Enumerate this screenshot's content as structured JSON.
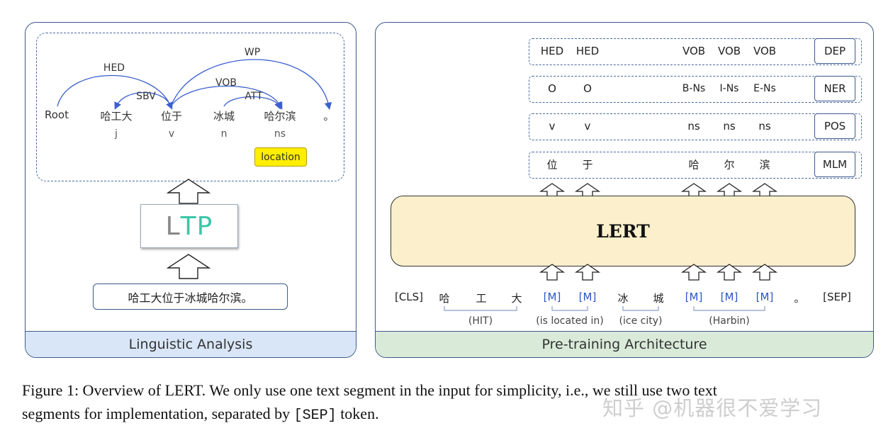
{
  "left_panel": {
    "footer": "Linguistic Analysis",
    "words": [
      "Root",
      "哈工大",
      "位于",
      "冰城",
      "哈尔滨",
      "。"
    ],
    "pos_tags": [
      "j",
      "v",
      "n",
      "ns"
    ],
    "arcs": [
      "HED",
      "SBV",
      "VOB",
      "ATT",
      "WP"
    ],
    "ner_tag": "location",
    "ltp_logo": {
      "l": "L",
      "tp": "TP"
    },
    "input_sentence": "哈工大位于冰城哈尔滨。"
  },
  "right_panel": {
    "footer": "Pre-training Architecture",
    "model_label": "LERT",
    "rows": [
      {
        "label": "DEP",
        "cells": [
          "HED",
          "HED",
          "VOB",
          "VOB",
          "VOB"
        ]
      },
      {
        "label": "NER",
        "cells": [
          "O",
          "O",
          "B-Ns",
          "I-Ns",
          "E-Ns"
        ]
      },
      {
        "label": "POS",
        "cells": [
          "v",
          "v",
          "ns",
          "ns",
          "ns"
        ]
      },
      {
        "label": "MLM",
        "cells": [
          "位",
          "于",
          "哈",
          "尔",
          "滨"
        ]
      }
    ],
    "tokens": [
      "[CLS]",
      "哈",
      "工",
      "大",
      "[M]",
      "[M]",
      "冰",
      "城",
      "[M]",
      "[M]",
      "[M]",
      "。",
      "[SEP]"
    ],
    "glosses": [
      "(HIT)",
      "(is located in)",
      "(ice city)",
      "(Harbin)"
    ]
  },
  "caption": {
    "line1": "Figure 1:  Overview of LERT. We only use one text segment in the input for simplicity, i.e., we still use two text",
    "line2_pre": "segments for implementation, separated by ",
    "line2_code": "[SEP]",
    "line2_post": " token.",
    "watermark": "知乎 @机器很不爱学习"
  },
  "colors": {
    "panel_border": "#3c5a8c",
    "arc": "#3b5fcf",
    "left_footer": "#d9e6f7",
    "right_footer": "#d9ead9",
    "lert_box": "#fbefcc",
    "ner_tag": "#ffee00",
    "ltp_grey": "#888888",
    "ltp_teal": "#3cc7a8",
    "mask_blue": "#2a56c6"
  }
}
